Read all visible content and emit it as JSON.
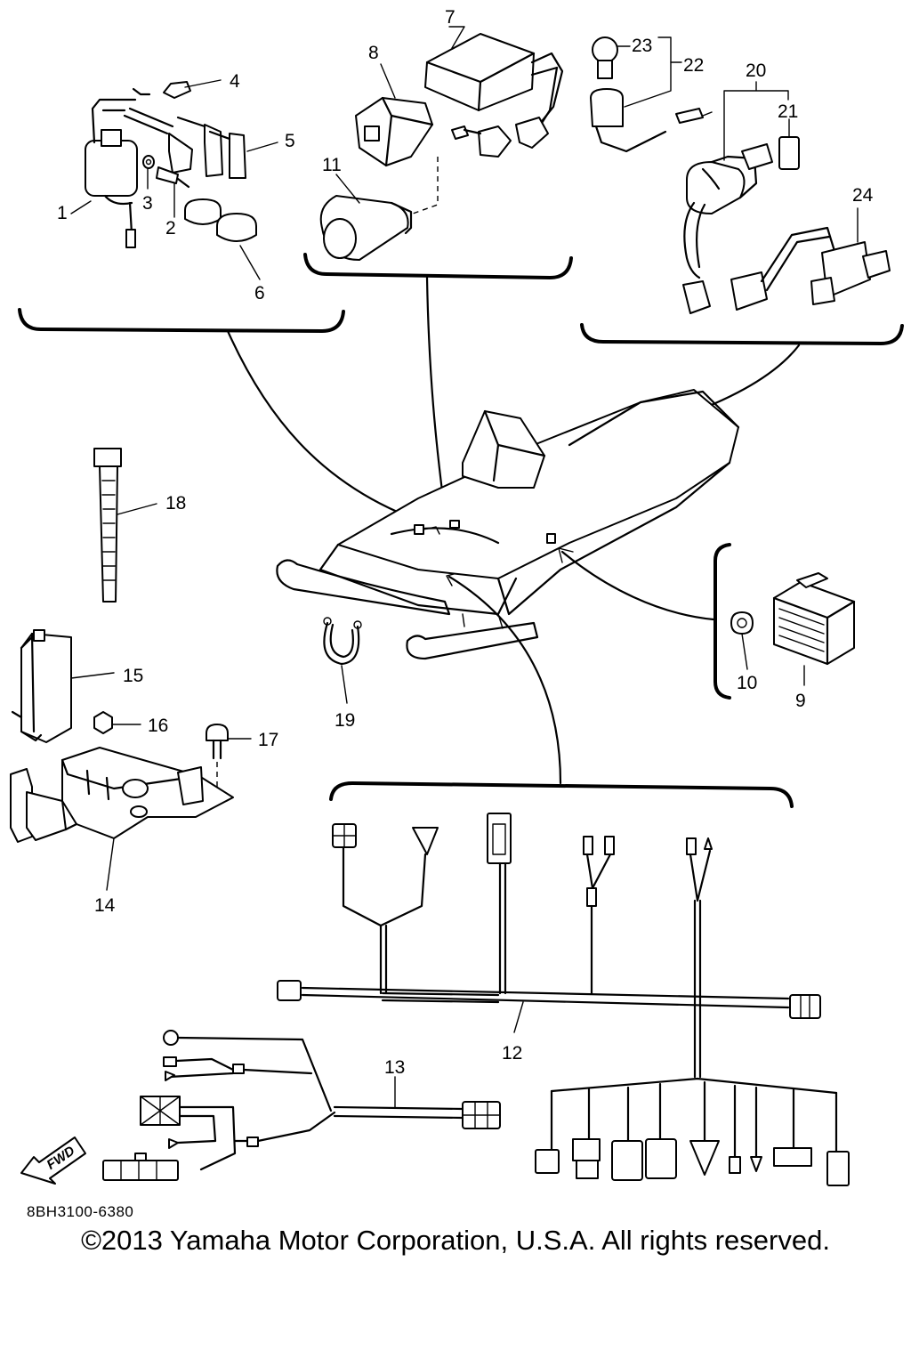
{
  "diagram": {
    "drawing_code": "8BH3100-6380",
    "copyright": "©2013 Yamaha Motor Corporation, U.S.A. All rights reserved.",
    "fwd_label": "FWD",
    "callouts": {
      "c1": "1",
      "c2": "2",
      "c3": "3",
      "c4": "4",
      "c5": "5",
      "c6": "6",
      "c7": "7",
      "c8": "8",
      "c9": "9",
      "c10": "10",
      "c11": "11",
      "c12": "12",
      "c13": "13",
      "c14": "14",
      "c15": "15",
      "c16": "16",
      "c17": "17",
      "c18": "18",
      "c19": "19",
      "c20": "20",
      "c21": "21",
      "c22": "22",
      "c23": "23",
      "c24": "24"
    }
  }
}
